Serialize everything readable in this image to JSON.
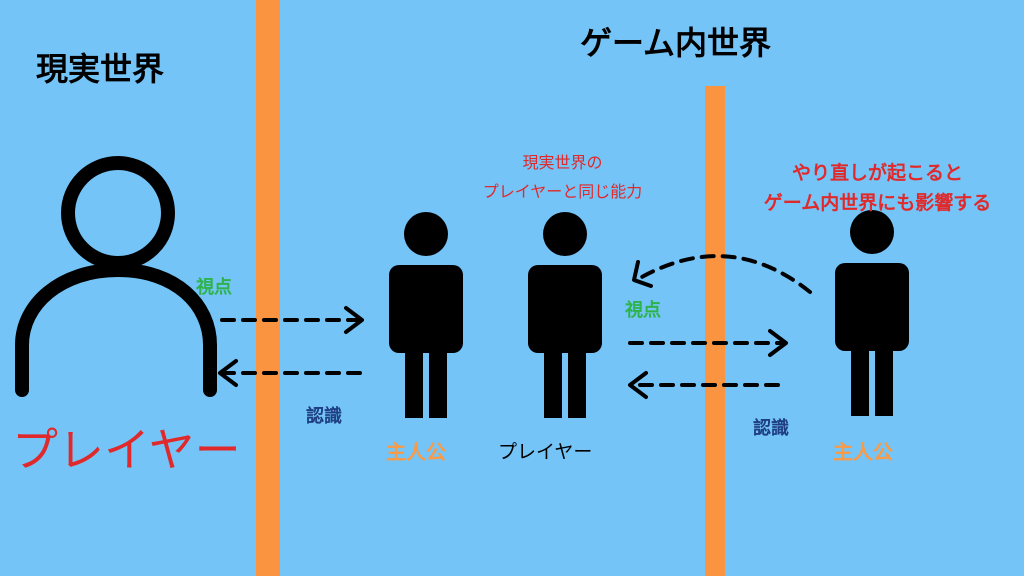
{
  "titles": {
    "real_world": "現実世界",
    "game_world": "ゲーム内世界"
  },
  "labels": {
    "player_big": "プレイヤー",
    "protagonist_1": "主人公",
    "player_small": "プレイヤー",
    "protagonist_2": "主人公",
    "viewpoint_1": "視点",
    "recognition_1": "認識",
    "viewpoint_2": "視点",
    "recognition_2": "認識"
  },
  "notes": {
    "same_ability_line1": "現実世界の",
    "same_ability_line2": "プレイヤーと同じ能力",
    "redo_line1": "やり直しが起こると",
    "redo_line2": "ゲーム内世界にも影響する"
  },
  "colors": {
    "background": "#74c4f7",
    "divider": "#fb9440",
    "red": "#e0292b",
    "orange": "#fb9a45",
    "green": "#2db34a",
    "navy": "#1f3f85"
  }
}
